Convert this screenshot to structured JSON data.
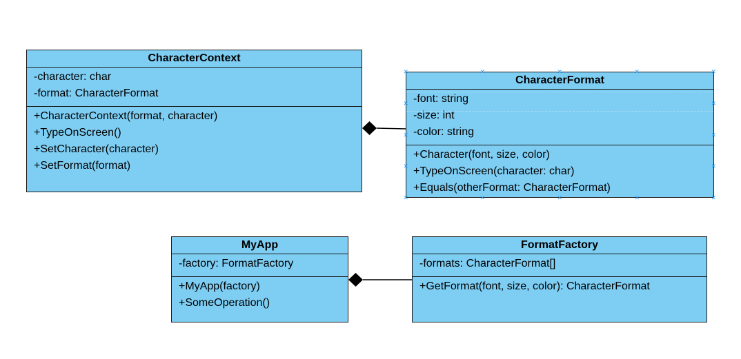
{
  "classes": {
    "character_context": {
      "name": "CharacterContext",
      "attributes": [
        "-character: char",
        "-format: CharacterFormat"
      ],
      "operations": [
        "+CharacterContext(format, character)",
        "+TypeOnScreen()",
        "+SetCharacter(character)",
        "+SetFormat(format)"
      ]
    },
    "character_format": {
      "name": "CharacterFormat",
      "attributes": [
        "-font: string",
        "-size: int",
        "-color: string"
      ],
      "operations": [
        "+Character(font, size, color)",
        "+TypeOnScreen(character: char)",
        "+Equals(otherFormat: CharacterFormat)"
      ]
    },
    "my_app": {
      "name": "MyApp",
      "attributes": [
        "-factory: FormatFactory"
      ],
      "operations": [
        "+MyApp(factory)",
        "+SomeOperation()"
      ]
    },
    "format_factory": {
      "name": "FormatFactory",
      "attributes": [
        "-formats: CharacterFormat[]"
      ],
      "operations": [
        "+GetFormat(font, size, color): CharacterFormat"
      ]
    }
  },
  "relations": [
    {
      "type": "composition",
      "whole": "CharacterContext",
      "part": "CharacterFormat"
    },
    {
      "type": "composition",
      "whole": "MyApp",
      "part": "FormatFactory"
    }
  ],
  "colors": {
    "class_fill": "#7ecef4",
    "border": "#1a1a1a",
    "selection_handle": "#2a9df4"
  },
  "selected_class": "CharacterFormat"
}
